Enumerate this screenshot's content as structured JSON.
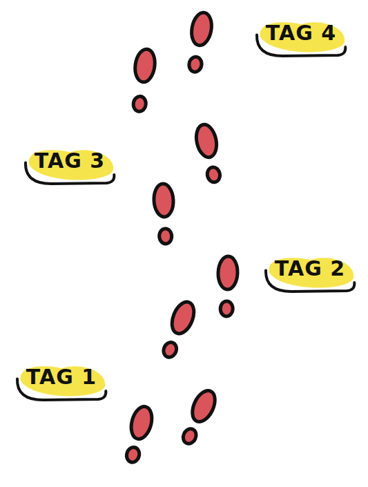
{
  "diagram": {
    "nodes": [
      {
        "text": [
          "TAG 4"
        ]
      },
      {
        "text": [
          "TAG 3"
        ]
      },
      {
        "text": [
          "TAG 2"
        ]
      },
      {
        "text": [
          "TAG 1"
        ]
      }
    ]
  }
}
